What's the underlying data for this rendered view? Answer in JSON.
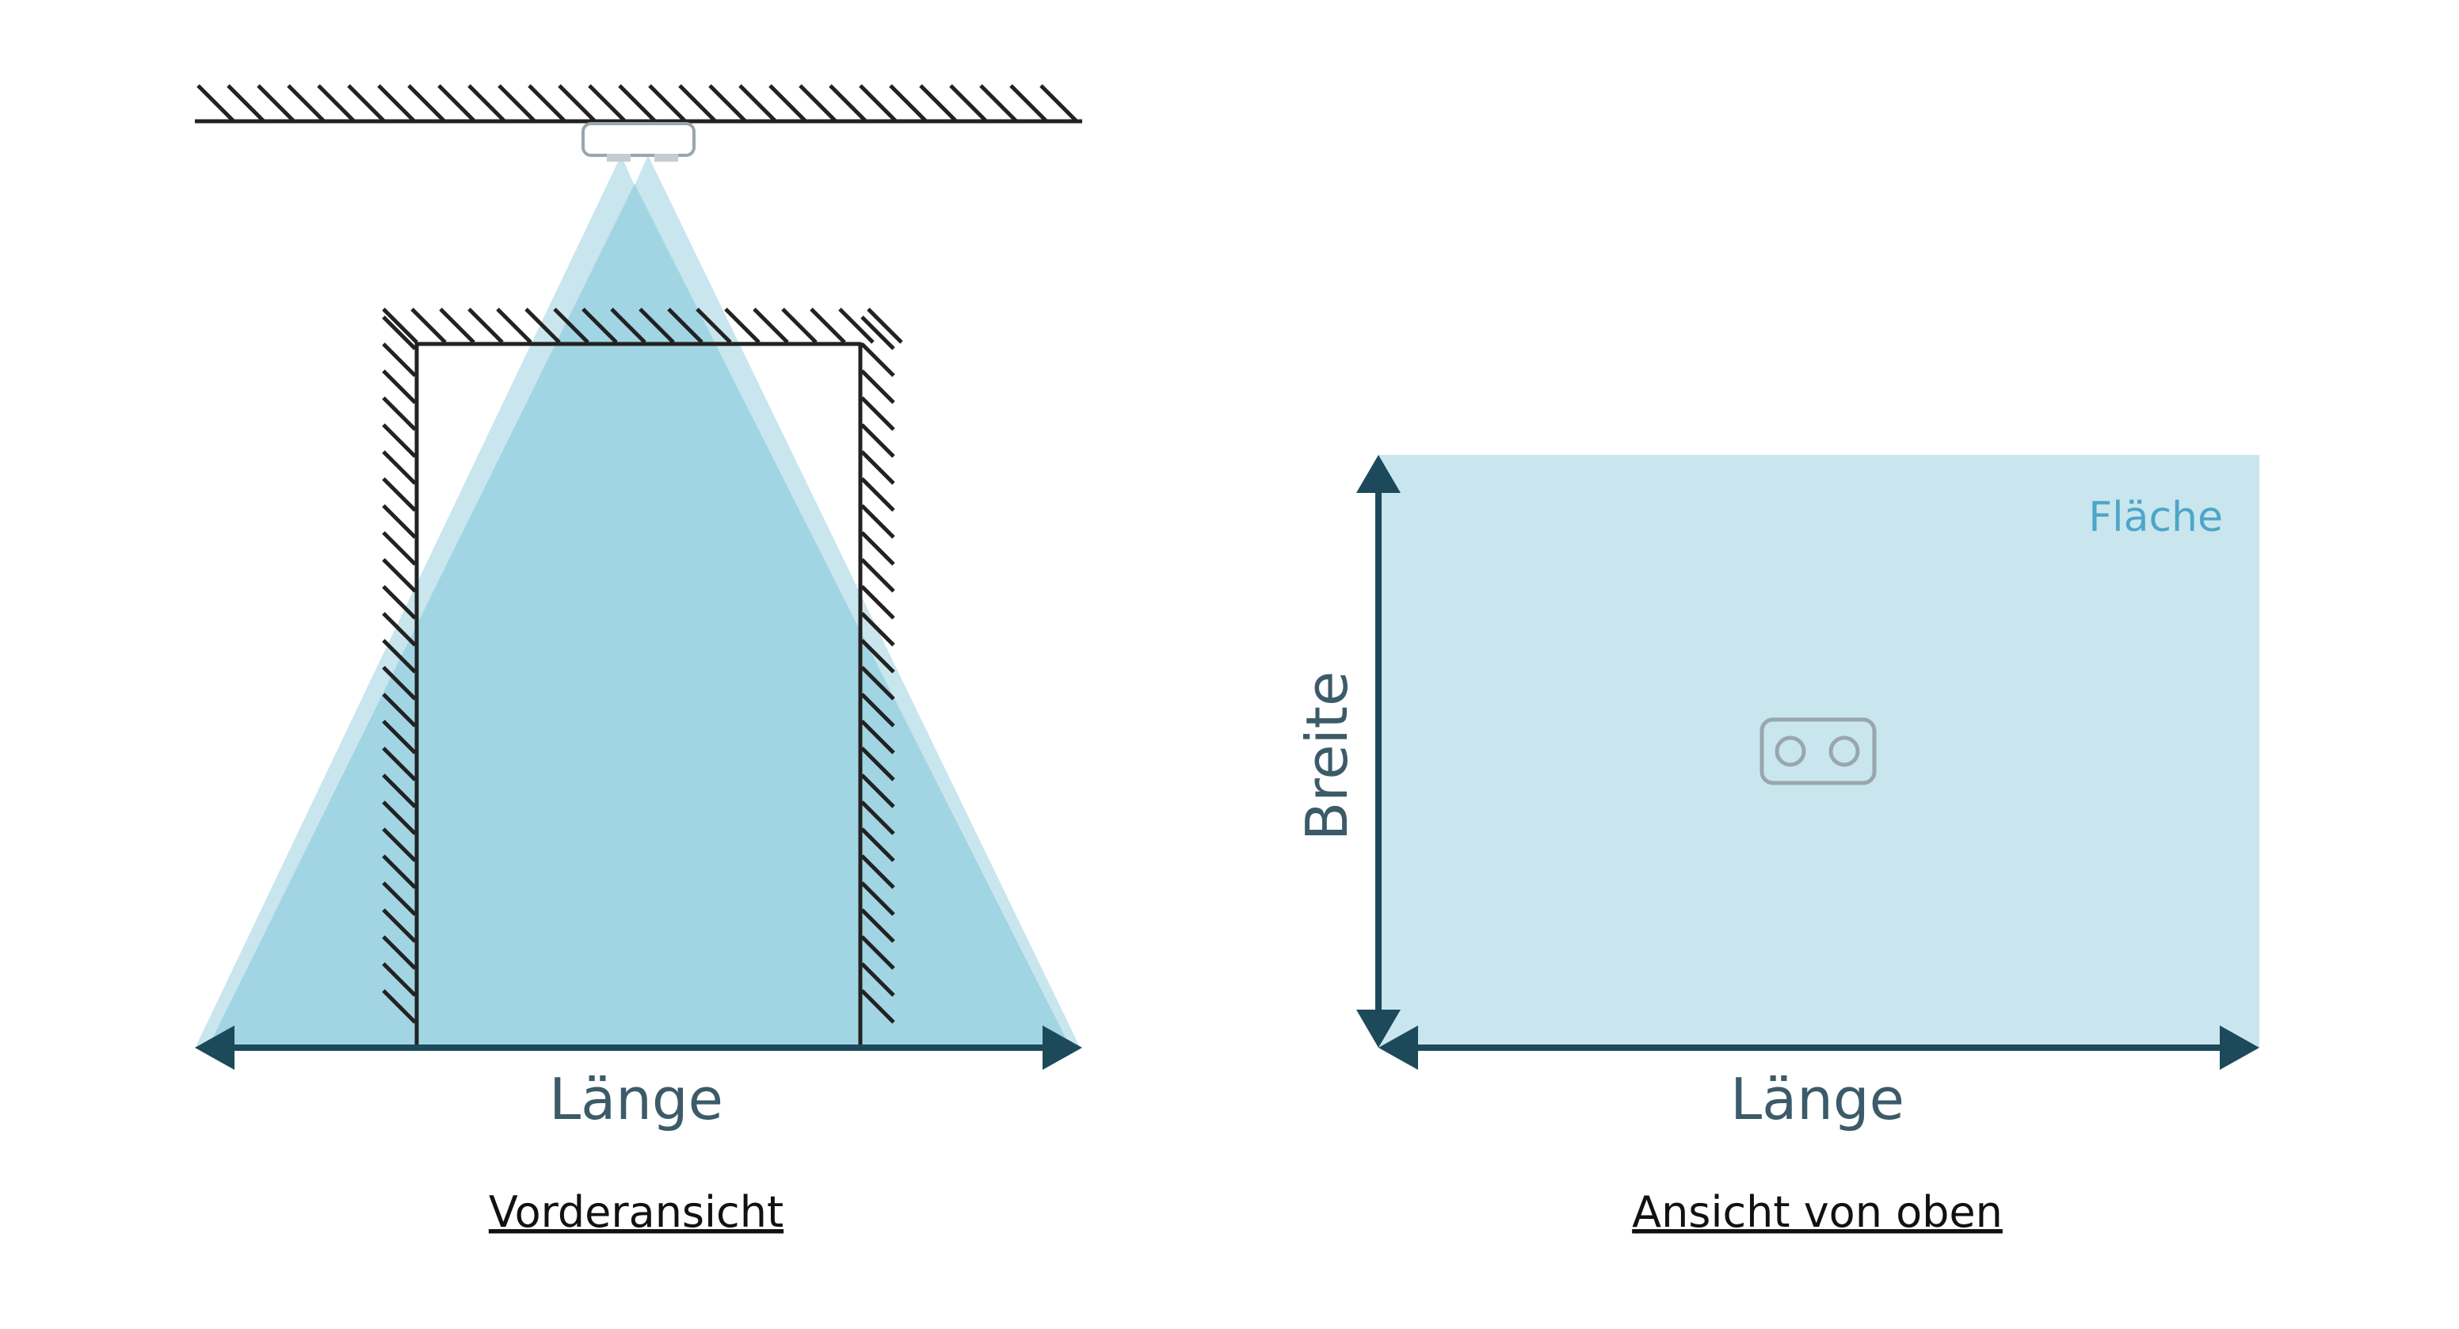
{
  "front_view": {
    "length_label": "Länge",
    "caption": "Vorderansicht",
    "sensor_icon": "ceiling-sensor-icon"
  },
  "top_view": {
    "length_label": "Länge",
    "width_label": "Breite",
    "area_label": "Fläche",
    "caption": "Ansicht von oben",
    "sensor_icon": "sensor-top-icon"
  },
  "colors": {
    "beam_light": "#c9e6ee",
    "beam_dark": "#a2d5e3",
    "area_fill": "#c9e6ee",
    "arrow": "#1d4a5b",
    "dim_text": "#3c5b69",
    "area_text": "#4ea6c8",
    "wall": "#222222",
    "sensor_outline": "#9aa6ad"
  }
}
